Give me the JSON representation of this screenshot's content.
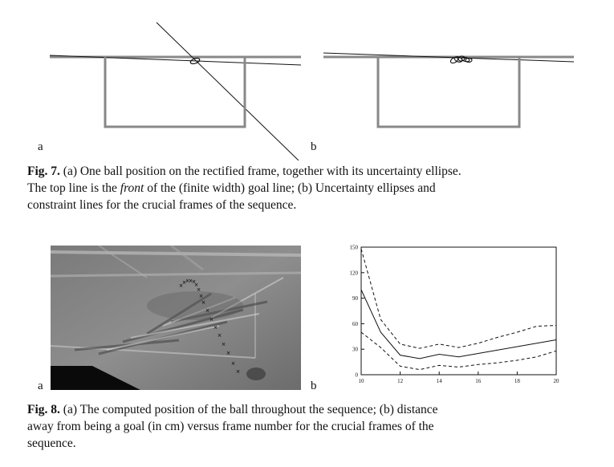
{
  "fig7": {
    "panel_a_label": "a",
    "panel_b_label": "b",
    "caption": {
      "number": "Fig. 7.",
      "line1": " (a) One ball position on the rectified frame, together with its uncertainty ellipse.",
      "line2_pre": "The top line is the ",
      "line2_em": "front",
      "line2_post": " of the (finite width) goal line; (b) Uncertainty ellipses and",
      "line3": "constraint lines for the crucial frames of the sequence."
    }
  },
  "fig8": {
    "panel_a_label": "a",
    "panel_b_label": "b",
    "caption": {
      "number": "Fig. 8.",
      "line1": " (a) The computed position of the ball throughout the sequence; (b) distance",
      "line2": "away from being a goal (in cm) versus frame number for the crucial frames of the",
      "line3": "sequence."
    }
  },
  "chart_data": {
    "type": "line",
    "title": "",
    "xlabel": "",
    "ylabel": "",
    "xlim": [
      10,
      20
    ],
    "ylim": [
      0,
      150
    ],
    "xticks": [
      10,
      12,
      14,
      16,
      18,
      20
    ],
    "yticks": [
      0,
      30,
      60,
      90,
      120,
      150
    ],
    "grid": false,
    "series": [
      {
        "style": "solid",
        "x": [
          10,
          11,
          12,
          13,
          14,
          15,
          16,
          17,
          18,
          19,
          20
        ],
        "values": [
          100,
          50,
          23,
          19,
          24,
          21,
          25,
          29,
          33,
          37,
          41
        ]
      },
      {
        "style": "dashed",
        "x": [
          10,
          11,
          12,
          13,
          14,
          15,
          16,
          17,
          18,
          19,
          20
        ],
        "values": [
          148,
          65,
          36,
          31,
          36,
          32,
          37,
          44,
          50,
          57,
          58
        ]
      },
      {
        "style": "dashed",
        "x": [
          10,
          11,
          12,
          13,
          14,
          15,
          16,
          17,
          18,
          19,
          20
        ],
        "values": [
          50,
          32,
          10,
          6,
          11,
          9,
          12,
          14,
          17,
          21,
          28
        ]
      }
    ]
  }
}
